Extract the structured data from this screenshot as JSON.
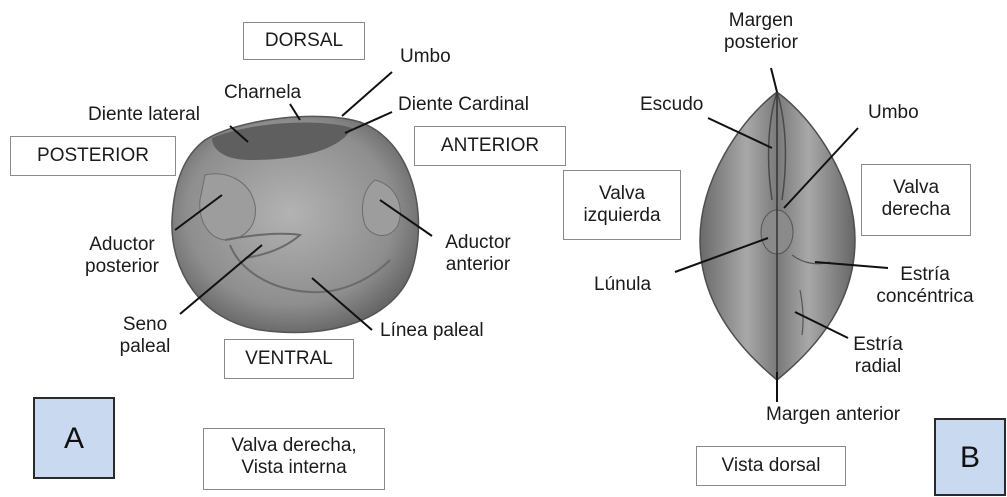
{
  "panel_a": {
    "letter": "A",
    "orientation": {
      "dorsal": "DORSAL",
      "posterior": "POSTERIOR",
      "anterior": "ANTERIOR",
      "ventral": "VENTRAL"
    },
    "labels": {
      "umbo": "Umbo",
      "chamela": "Charnela",
      "diente_lateral": "Diente lateral",
      "diente_cardinal": "Diente Cardinal",
      "aductor_posterior_1": "Aductor",
      "aductor_posterior_2": "posterior",
      "aductor_anterior_1": "Aductor",
      "aductor_anterior_2": "anterior",
      "seno_paleal_1": "Seno",
      "seno_paleal_2": "paleal",
      "linea_paleal": "Línea paleal"
    },
    "caption_1": "Valva derecha,",
    "caption_2": "Vista interna"
  },
  "panel_b": {
    "letter": "B",
    "labels": {
      "margen_posterior_1": "Margen",
      "margen_posterior_2": "posterior",
      "escudo": "Escudo",
      "umbo": "Umbo",
      "valva_izquierda_1": "Valva",
      "valva_izquierda_2": "izquierda",
      "valva_derecha_1": "Valva",
      "valva_derecha_2": "derecha",
      "lunula": "Lúnula",
      "estria_concentrica_1": "Estría",
      "estria_concentrica_2": "concéntrica",
      "estria_radial_1": "Estría",
      "estria_radial_2": "radial",
      "margen_anterior": "Margen anterior"
    },
    "caption": "Vista dorsal"
  },
  "colors": {
    "panel_fill": "#c9daf0",
    "shell_fill": "#8e8e8e",
    "box_border": "#8a8a8a"
  }
}
